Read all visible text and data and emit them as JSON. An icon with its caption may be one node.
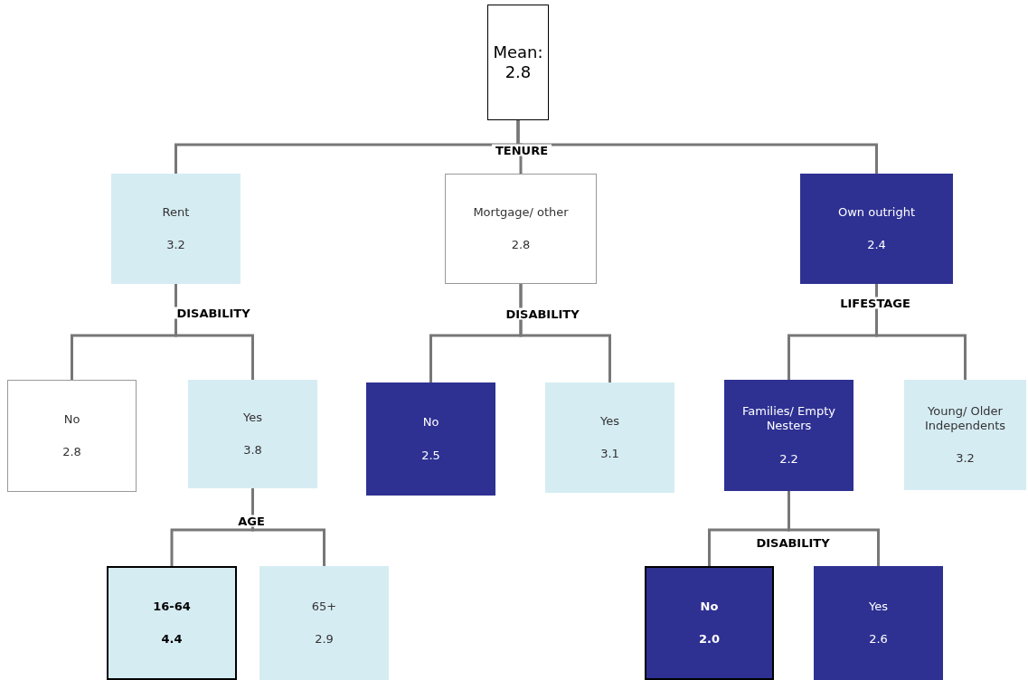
{
  "diagram": {
    "nodes": [
      {
        "text": [
          "Mean: 2.8"
        ]
      },
      {
        "text": [
          "Rent",
          "3.2"
        ]
      },
      {
        "text": [
          "Mortgage/ other",
          "2.8"
        ]
      },
      {
        "text": [
          "Own outright",
          "2.4"
        ]
      },
      {
        "text": [
          "No",
          "2.8"
        ]
      },
      {
        "text": [
          "Yes",
          "3.8"
        ]
      },
      {
        "text": [
          "No",
          "2.5"
        ]
      },
      {
        "text": [
          "Yes",
          "3.1"
        ]
      },
      {
        "text": [
          "Families/ Empty Nesters",
          "2.2"
        ]
      },
      {
        "text": [
          "Young/ Older Independents",
          "3.2"
        ]
      },
      {
        "text": [
          "16-64",
          "4.4"
        ]
      },
      {
        "text": [
          "65+",
          "2.9"
        ]
      },
      {
        "text": [
          "No",
          "2.0"
        ]
      },
      {
        "text": [
          "Yes",
          "2.6"
        ]
      }
    ],
    "edges": [
      {
        "from": 0,
        "to": 1,
        "arrow": "none"
      },
      {
        "from": 0,
        "to": 2,
        "arrow": "none"
      },
      {
        "from": 0,
        "to": 3,
        "arrow": "none"
      },
      {
        "from": 1,
        "to": 4,
        "arrow": "none"
      },
      {
        "from": 1,
        "to": 5,
        "arrow": "none"
      },
      {
        "from": 2,
        "to": 6,
        "arrow": "none"
      },
      {
        "from": 2,
        "to": 7,
        "arrow": "none"
      },
      {
        "from": 3,
        "to": 8,
        "arrow": "none"
      },
      {
        "from": 3,
        "to": 9,
        "arrow": "none"
      },
      {
        "from": 5,
        "to": 10,
        "arrow": "none"
      },
      {
        "from": 5,
        "to": 11,
        "arrow": "none"
      },
      {
        "from": 8,
        "to": 12,
        "arrow": "none"
      },
      {
        "from": 8,
        "to": 13,
        "arrow": "none"
      }
    ],
    "labels": [
      "TENURE",
      "DISABILITY",
      "DISABILITY",
      "LIFESTAGE",
      "AGE",
      "DISABILITY"
    ]
  }
}
